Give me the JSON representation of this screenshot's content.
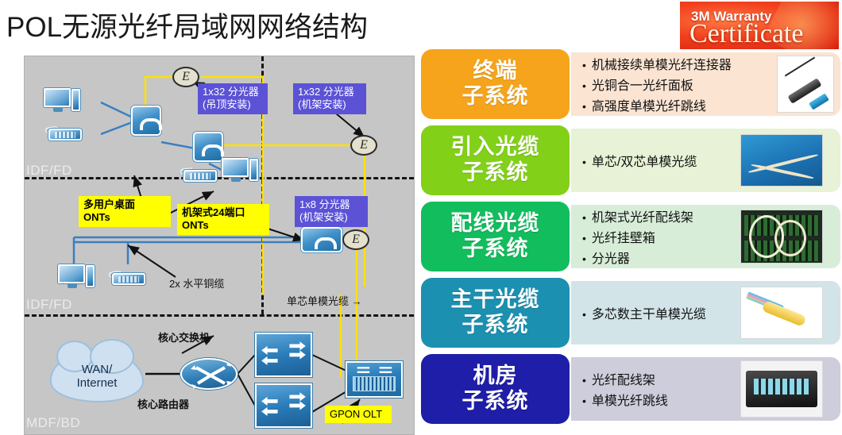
{
  "page_title": "POL无源光纤局域网网络结构",
  "logo": {
    "line1": "3M Warranty",
    "line2": "Certificate"
  },
  "diagram": {
    "zone_labels": [
      "IDF/FD",
      "IDF/FD",
      "MDF/BD"
    ],
    "callouts": [
      {
        "name": "multi-user-desktop-onts",
        "text": "多用户桌面\nONTs",
        "style": "yellow"
      },
      {
        "name": "splitter-1x32-ceiling",
        "text": "1x32 分光器\n(吊顶安装)",
        "style": "purple"
      },
      {
        "name": "splitter-1x32-rack",
        "text": "1x32 分光器\n(机架安装)",
        "style": "purple"
      },
      {
        "name": "rack-24port-onts",
        "text": "机架式24端口\nONTs",
        "style": "yellow"
      },
      {
        "name": "splitter-1x8-rack",
        "text": "1x8 分光器\n(机架安装)",
        "style": "purple"
      },
      {
        "name": "gpon-olt",
        "text": "GPON OLT",
        "style": "yellow"
      }
    ],
    "plain_labels": [
      {
        "name": "horizontal-copper-cable",
        "text": "2x 水平铜缆"
      },
      {
        "name": "single-core-singlemode-fiber",
        "text": "单芯单模光缆 →"
      },
      {
        "name": "core-switch",
        "text": "核心交换机"
      },
      {
        "name": "core-router",
        "text": "核心路由器"
      }
    ],
    "cloud_label": "WAN/\nInternet",
    "splitter_glyph": "E"
  },
  "categories": [
    {
      "name": "terminal-subsystem",
      "title": "终端\n子系统",
      "chip_color": "#F5A41C",
      "panel_color": "#FBE4D2",
      "bullets": [
        "机械接续单模光纤连接器",
        "光铜合一光纤面板",
        "高强度单模光纤跳线"
      ],
      "thumb": "fiber-connector-photo"
    },
    {
      "name": "drop-cable-subsystem",
      "title": "引入光缆\n子系统",
      "chip_color": "#82D118",
      "panel_color": "#E7F2D6",
      "bullets": [
        "单芯/双芯单模光缆"
      ],
      "thumb": "drop-cable-photo"
    },
    {
      "name": "distribution-cable-subsystem",
      "title": "配线光缆\n子系统",
      "chip_color": "#12BD5E",
      "panel_color": "#D7EDD8",
      "bullets": [
        "机架式光纤配线架",
        "光纤挂壁箱",
        "分光器"
      ],
      "thumb": "odf-rack-photo"
    },
    {
      "name": "backbone-cable-subsystem",
      "title": "主干光缆\n子系统",
      "chip_color": "#1C90B0",
      "panel_color": "#D2E4E8",
      "bullets": [
        "多芯数主干单模光缆"
      ],
      "thumb": "trunk-cable-photo"
    },
    {
      "name": "equipment-room-subsystem",
      "title": "机房\n子系统",
      "chip_color": "#1E1EA8",
      "panel_color": "#CDCDDC",
      "bullets": [
        "光纤配线架",
        "单模光纤跳线"
      ],
      "thumb": "fiber-patch-box-photo"
    }
  ],
  "bullet_dot": "•"
}
